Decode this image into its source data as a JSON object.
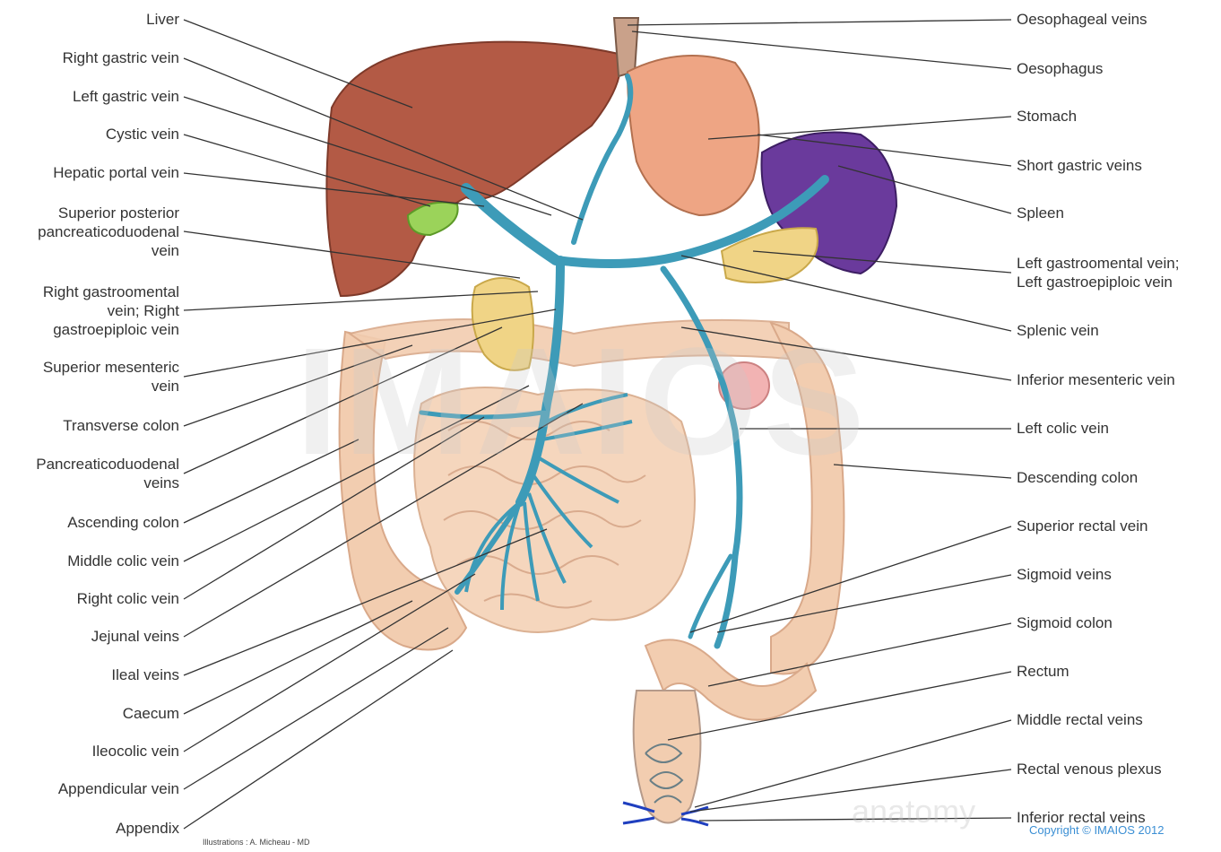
{
  "left_labels": [
    "Liver",
    "Right gastric vein",
    "Left gastric vein",
    "Cystic vein",
    "Hepatic portal vein",
    "Superior posterior\npancreaticoduodenal\nvein",
    "Right gastroomental\nvein; Right\ngastroepiploic vein",
    "Superior mesenteric\nvein",
    "Transverse colon",
    "Pancreaticoduodenal\nveins",
    "Ascending colon",
    "Middle colic vein",
    "Right colic vein",
    "Jejunal veins",
    "Ileal veins",
    "Caecum",
    "Ileocolic vein",
    "Appendicular vein",
    "Appendix"
  ],
  "right_labels": [
    "Oesophageal veins",
    "Oesophagus",
    "Stomach",
    "Short gastric veins",
    "Spleen",
    "Left gastroomental vein;\nLeft gastroepiploic vein",
    "Splenic vein",
    "Inferior mesenteric vein",
    "Left colic vein",
    "Descending colon",
    "Superior rectal vein",
    "Sigmoid veins",
    "Sigmoid colon",
    "Rectum",
    "Middle rectal veins",
    "Rectal venous plexus",
    "Inferior rectal veins"
  ],
  "credit": "Illustrations : A. Micheau - MD",
  "copyright": "Copyright © IMAIOS 2012",
  "watermark": "IMAIOS",
  "watermark2": "anatomy",
  "colors": {
    "vein": "#3d9bb8",
    "liver": "#b35a45",
    "stomach": "#eea584",
    "spleen": "#6a3a9c",
    "colon": "#f2cdb0",
    "pancreas": "#f0d486",
    "gallbladder": "#9bd35a"
  }
}
